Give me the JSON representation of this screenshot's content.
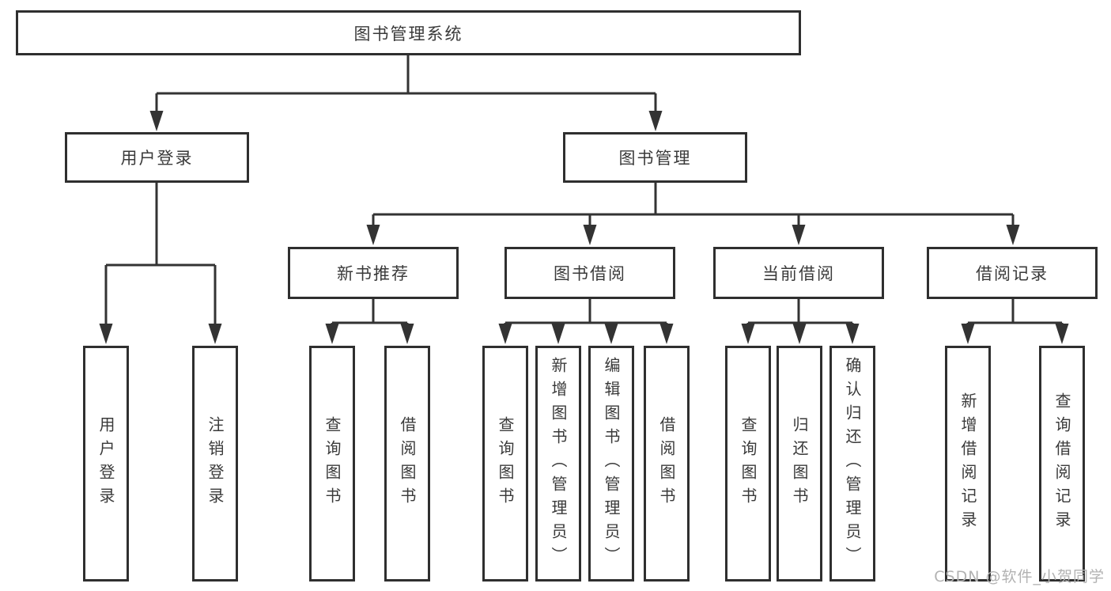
{
  "tree": {
    "root": {
      "label": "图书管理系统"
    },
    "branches": [
      {
        "label": "用户登录",
        "children": [
          {
            "label": "用户登录"
          },
          {
            "label": "注销登录"
          }
        ]
      },
      {
        "label": "图书管理",
        "children": [
          {
            "label": "新书推荐",
            "children": [
              {
                "label": "查询图书"
              },
              {
                "label": "借阅图书"
              }
            ]
          },
          {
            "label": "图书借阅",
            "children": [
              {
                "label": "查询图书"
              },
              {
                "label": "新增图书（管理员）"
              },
              {
                "label": "编辑图书（管理员）"
              },
              {
                "label": "借阅图书"
              }
            ]
          },
          {
            "label": "当前借阅",
            "children": [
              {
                "label": "查询图书"
              },
              {
                "label": "归还图书"
              },
              {
                "label": "确认归还（管理员）"
              }
            ]
          },
          {
            "label": "借阅记录",
            "children": [
              {
                "label": "新增借阅记录"
              },
              {
                "label": "查询借阅记录"
              }
            ]
          }
        ]
      }
    ]
  },
  "watermark": {
    "text": "CSDN @软件_小贺同学"
  },
  "colors": {
    "line": "#333333",
    "box_border": "#2f2f2f",
    "text": "#3a3a3a",
    "watermark": "#b2b2b2",
    "background": "#ffffff"
  }
}
